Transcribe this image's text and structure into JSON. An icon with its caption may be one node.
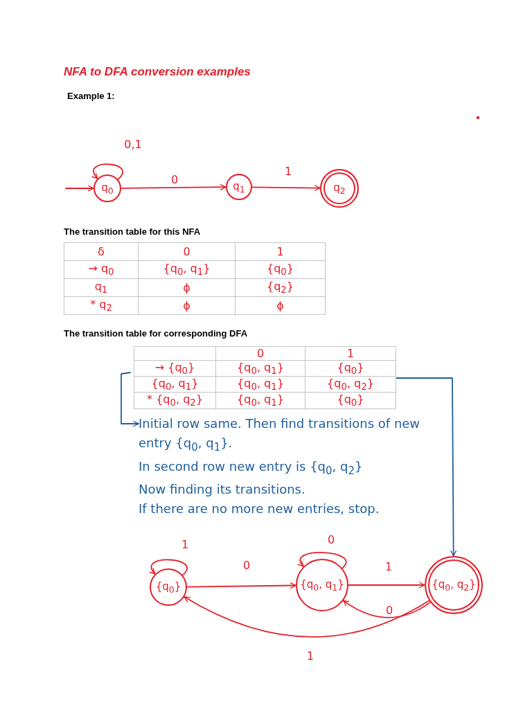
{
  "diagram": {
    "title": "NFA to DFA conversion examples",
    "nodes": [
      {
        "text": [
          "q$_{0}$"
        ]
      },
      {
        "text": [
          "q$_{1}$"
        ]
      },
      {
        "text": [
          "q$_{2}$"
        ]
      },
      {
        "text": [
          "{q$_{0}$}"
        ]
      },
      {
        "text": [
          "{q$_{0}$, q$_{1}$}"
        ]
      },
      {
        "text": [
          "{q$_{0}$, q$_{2}$}"
        ]
      },
      {
        "text": [
          "Initial row same. Then find transitions of new entry {q$_{0}$, q$_{1}$}.",
          "In second row new entry is {q$_{0}$, q$_{2}$}",
          "Now finding its transitions.",
          "If there are no more new entries, stop."
        ]
      }
    ],
    "edges": [
      {
        "from": null,
        "to": 0,
        "arrow": "to"
      },
      {
        "from": 0,
        "to": 0,
        "label": "0,1",
        "arrow": "to"
      },
      {
        "from": 0,
        "to": 1,
        "label": "0",
        "arrow": "to"
      },
      {
        "from": 1,
        "to": 2,
        "label": "1",
        "arrow": "to"
      },
      {
        "from": 3,
        "to": 3,
        "label": "1",
        "arrow": "to"
      },
      {
        "from": 3,
        "to": 4,
        "label": "0",
        "arrow": "to"
      },
      {
        "from": 4,
        "to": 4,
        "label": "0",
        "arrow": "to"
      },
      {
        "from": 4,
        "to": 5,
        "label": "1",
        "arrow": "to"
      },
      {
        "from": 5,
        "to": 4,
        "label": "0",
        "arrow": "to"
      },
      {
        "from": 5,
        "to": 3,
        "label": "1",
        "arrow": "to"
      },
      {
        "from": null,
        "to": 6,
        "arrow": "to",
        "color": "#1f5f9e"
      },
      {
        "from": null,
        "to": 5,
        "arrow": "to",
        "color": "#1f5f9e"
      }
    ],
    "labels": [
      "Example 1:",
      "The transition table for this NFA",
      "δ",
      "0",
      "1",
      "→ q$_{0}$",
      "{q$_{0}$, q$_{1}$}",
      "{q$_{0}$}",
      "q$_{1}$",
      "ϕ",
      "{q$_{2}$}",
      "* q$_{2}$",
      "ϕ",
      "ϕ",
      "The transition table for corresponding DFA",
      "0",
      "1",
      "→ {q$_{0}$}",
      "{q$_{0}$, q$_{1}$}",
      "{q$_{0}$}",
      "{q$_{0}$, q$_{1}$}",
      "{q$_{0}$, q$_{1}$}",
      "{q$_{0}$, q$_{2}$}",
      "* {q$_{0}$, q$_{2}$}",
      "{q$_{0}$, q$_{1}$}",
      "{q$_{0}$}"
    ]
  }
}
